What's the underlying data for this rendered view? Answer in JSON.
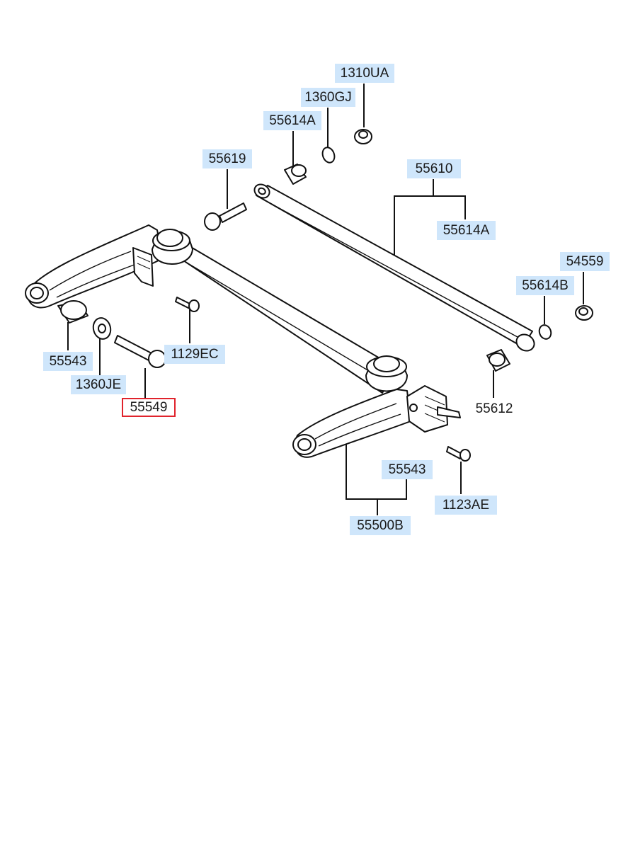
{
  "labels": {
    "p1310UA": "1310UA",
    "p1360GJ": "1360GJ",
    "p55614A_top": "55614A",
    "p55619": "55619",
    "p55610": "55610",
    "p55614A_right": "55614A",
    "p54559": "54559",
    "p55614B": "55614B",
    "p55543_left": "55543",
    "p1129EC": "1129EC",
    "p1360JE": "1360JE",
    "p55549": "55549",
    "p55612": "55612",
    "p55543_bottom": "55543",
    "p1123AE": "1123AE",
    "p55500B": "55500B"
  },
  "colors": {
    "label_fill": "#cfe6fb",
    "highlight_border": "#e0232c",
    "line": "#111111"
  },
  "highlighted": "55549"
}
